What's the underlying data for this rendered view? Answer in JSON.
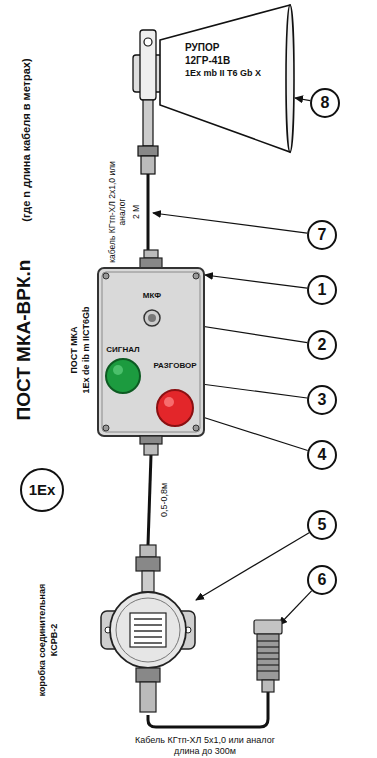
{
  "diagram": {
    "title": "ПОСТ МКА-ВРК.n",
    "nodes": [
      {
        "text": [
          "РУПОР",
          "12ГР-41В",
          "1Ex mb II T6 Gb X"
        ]
      },
      {
        "text": [
          "8"
        ]
      },
      {
        "text": [
          "7"
        ]
      },
      {
        "text": [
          "ПОСТ МКА",
          "1Ex de ib m IICT6Gb",
          "МКФ",
          "СИГНАЛ",
          "РАЗГОВОР"
        ]
      },
      {
        "text": [
          "1"
        ]
      },
      {
        "text": [
          "2"
        ]
      },
      {
        "text": [
          "3"
        ]
      },
      {
        "text": [
          "4"
        ]
      },
      {
        "text": [
          "1Ex"
        ]
      },
      {
        "text": [
          "коробка соединительная",
          "КСРВ-2"
        ]
      },
      {
        "text": [
          "5"
        ]
      },
      {
        "text": [
          "6"
        ]
      }
    ],
    "edges": [
      {
        "from": 1,
        "to": 0,
        "arrow": "to"
      },
      {
        "from": 0,
        "to": 3,
        "arrow": "none"
      },
      {
        "from": 4,
        "to": 3,
        "arrow": "to"
      },
      {
        "from": 3,
        "to": 9,
        "arrow": "none"
      },
      {
        "from": 10,
        "to": 9,
        "arrow": "to"
      }
    ],
    "labels": [
      "(где n длина кабеля в метрах)",
      "кабель КГтп-ХЛ 2х1,0 или аналог",
      "2 М",
      "0,5-0,8м",
      "Кабель КГтп-ХЛ 5х1,0 или аналог",
      "длина до 300м"
    ]
  }
}
